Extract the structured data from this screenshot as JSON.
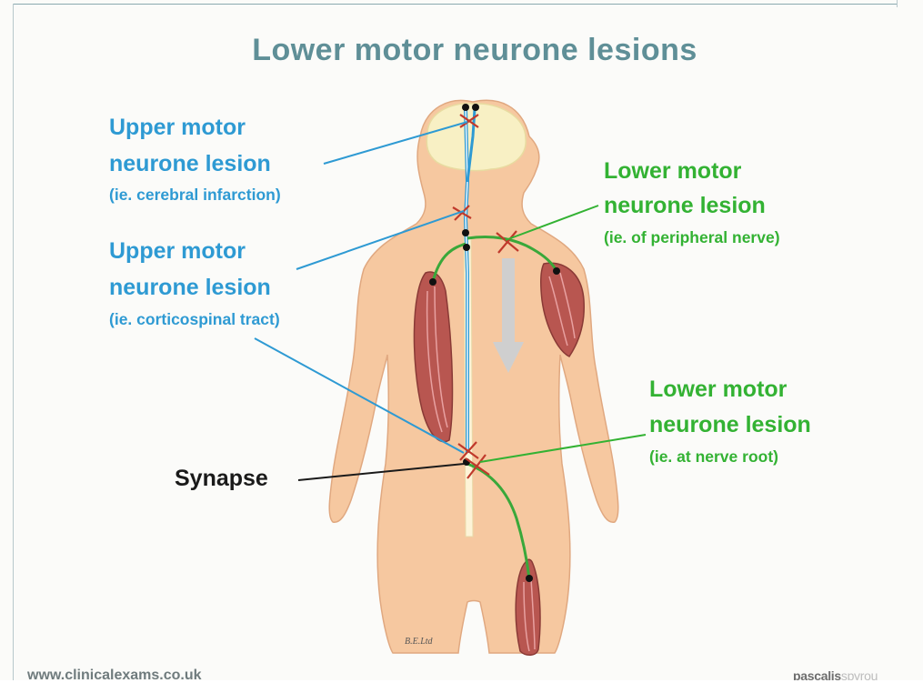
{
  "title": "Lower motor neurone lesions",
  "labels": {
    "umn_cerebral": {
      "line1": "Upper motor",
      "line2": "neurone lesion",
      "sub": "(ie. cerebral infarction)"
    },
    "umn_tract": {
      "line1": "Upper motor",
      "line2": "neurone lesion",
      "sub": "(ie. corticospinal tract)"
    },
    "lmn_peripheral": {
      "line1": "Lower motor",
      "line2": "neurone lesion",
      "sub": "(ie. of peripheral nerve)"
    },
    "lmn_root": {
      "line1": "Lower motor",
      "line2": "neurone lesion",
      "sub": "(ie. at nerve root)"
    },
    "synapse": "Synapse"
  },
  "footer": {
    "website": "www.clinicalexams.co.uk",
    "brand_part1": "pascalis",
    "brand_part2": "spyrou",
    "illustration_credit": "B.E.Ltd"
  },
  "colors": {
    "title": "#5f8f97",
    "upper_motor": "#2e9ad3",
    "lower_motor": "#33b233",
    "lesion_mark": "#c0392b",
    "skin": "#f6c8a0",
    "brain": "#f8f0c4",
    "muscle": "#b85650"
  }
}
